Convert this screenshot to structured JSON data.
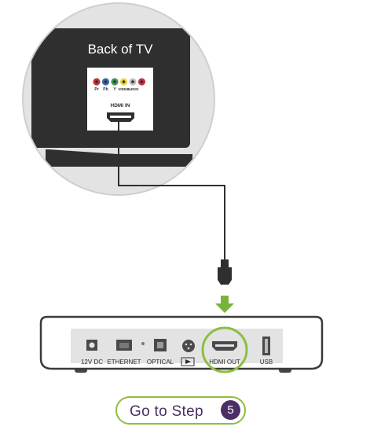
{
  "tv_panel": {
    "title": "Back of TV",
    "component_ports": [
      {
        "label": "Pr",
        "color": "#c7303a"
      },
      {
        "label": "Pb",
        "color": "#3a67b0"
      },
      {
        "label": "Y",
        "color": "#3f9a54"
      },
      {
        "label": "VIDEO",
        "color": "#ecd43a"
      },
      {
        "label": "AUDIO",
        "color": "#bfbfbf"
      }
    ],
    "extra_port_color": "#c7303a",
    "hdmi_label": "HDMI IN"
  },
  "box_ports": {
    "dc": "12V DC",
    "ethernet": "ETHERNET",
    "optical": "OPTICAL",
    "hdmi_out": "HDMI OUT",
    "usb": "USB"
  },
  "colors": {
    "dark": "#2f2f2f",
    "accent_green": "#8cbf3f",
    "arrow_green": "#7bb33a",
    "purple": "#4b2e63",
    "circle_bg": "#e3e3e3"
  },
  "step_button": {
    "label": "Go to Step",
    "number": "5"
  }
}
